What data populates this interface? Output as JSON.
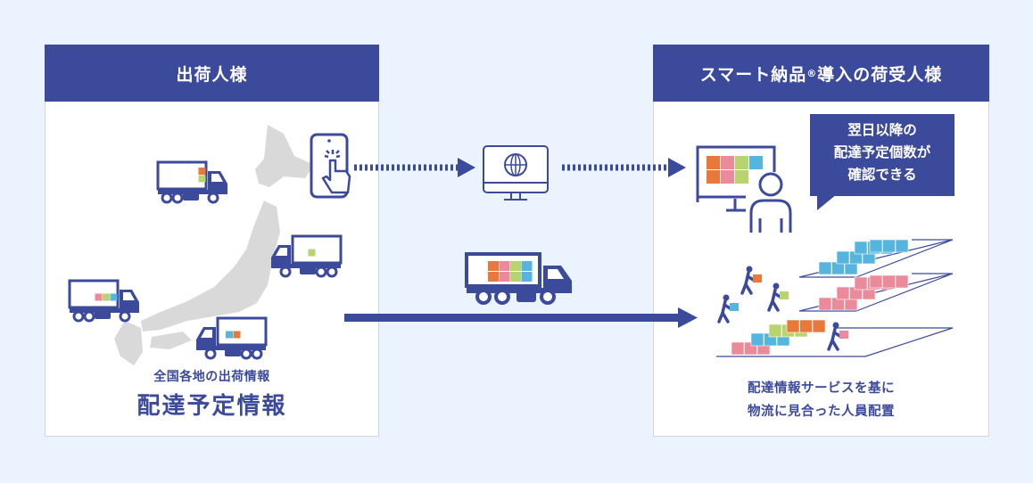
{
  "shipper_panel": {
    "title": "出荷人様",
    "caption_small": "全国各地の出荷情報",
    "caption_big": "配達予定情報"
  },
  "receiver_panel": {
    "title_main": "スマート納品",
    "title_mark": "®",
    "title_rest": "導入の荷受人様",
    "bubble_lines": [
      "翌日以降の",
      "配達予定個数が",
      "確認できる"
    ],
    "caption_lines": [
      "配達情報サービスを基に",
      "物流に見合った人員配置"
    ]
  },
  "colors": {
    "primary": "#3c4a9c",
    "background": "#ebf3fe",
    "map_gray": "#d9d9d9",
    "box_orange": "#e8793a",
    "box_pink": "#ea8a9a",
    "box_green": "#b8d46e",
    "box_blue": "#55b5de"
  }
}
